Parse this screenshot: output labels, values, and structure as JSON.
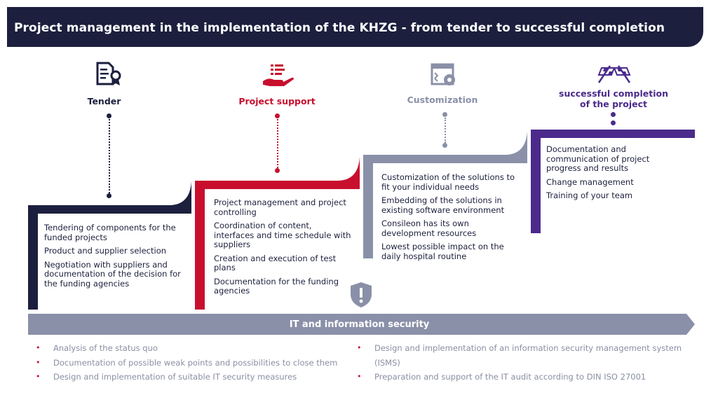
{
  "header": {
    "title": "Project management in the implementation of the KHZG - from tender to successful completion"
  },
  "colors": {
    "navy": "#1c1f3d",
    "red": "#c8102e",
    "gray": "#8a90a8",
    "purple": "#4b2a8c",
    "bullet_text": "#8a8fa3"
  },
  "phases": [
    {
      "label": "Tender",
      "icon": "document-certificate-icon",
      "items": [
        "Tendering of components for the funded projects",
        "Product and supplier selection",
        "Negotiation with suppliers and documentation of the decision for the funding agencies"
      ]
    },
    {
      "label": "Project support",
      "icon": "hand-checklist-icon",
      "items": [
        "Project management and project controlling",
        "Coordination of content, interfaces and time schedule with suppliers",
        "Creation and execution of test plans",
        "Documentation for the funding agencies"
      ]
    },
    {
      "label": "Customization",
      "icon": "settings-window-icon",
      "items": [
        "Customization of the solutions to fit your individual needs",
        "Embedding of the solutions in existing software environment",
        "Consileon has its own development resources",
        "Lowest possible impact on the daily hospital routine"
      ]
    },
    {
      "label_line1": "successful completion",
      "label_line2": "of the project",
      "icon": "checkered-flags-icon",
      "items": [
        "Documentation and communication of project progress and results",
        "Change management",
        "Training of your team"
      ]
    }
  ],
  "security": {
    "label": "IT and information security",
    "icon": "shield-exclamation-icon",
    "left_items": [
      "Analysis of the status quo",
      "Documentation of possible weak points and possibilities to close them",
      "Design and implementation of suitable IT security measures"
    ],
    "right_items": [
      "Design and implementation of an information security management system (ISMS)",
      "Preparation and support of the IT audit according to DIN ISO 27001"
    ]
  }
}
